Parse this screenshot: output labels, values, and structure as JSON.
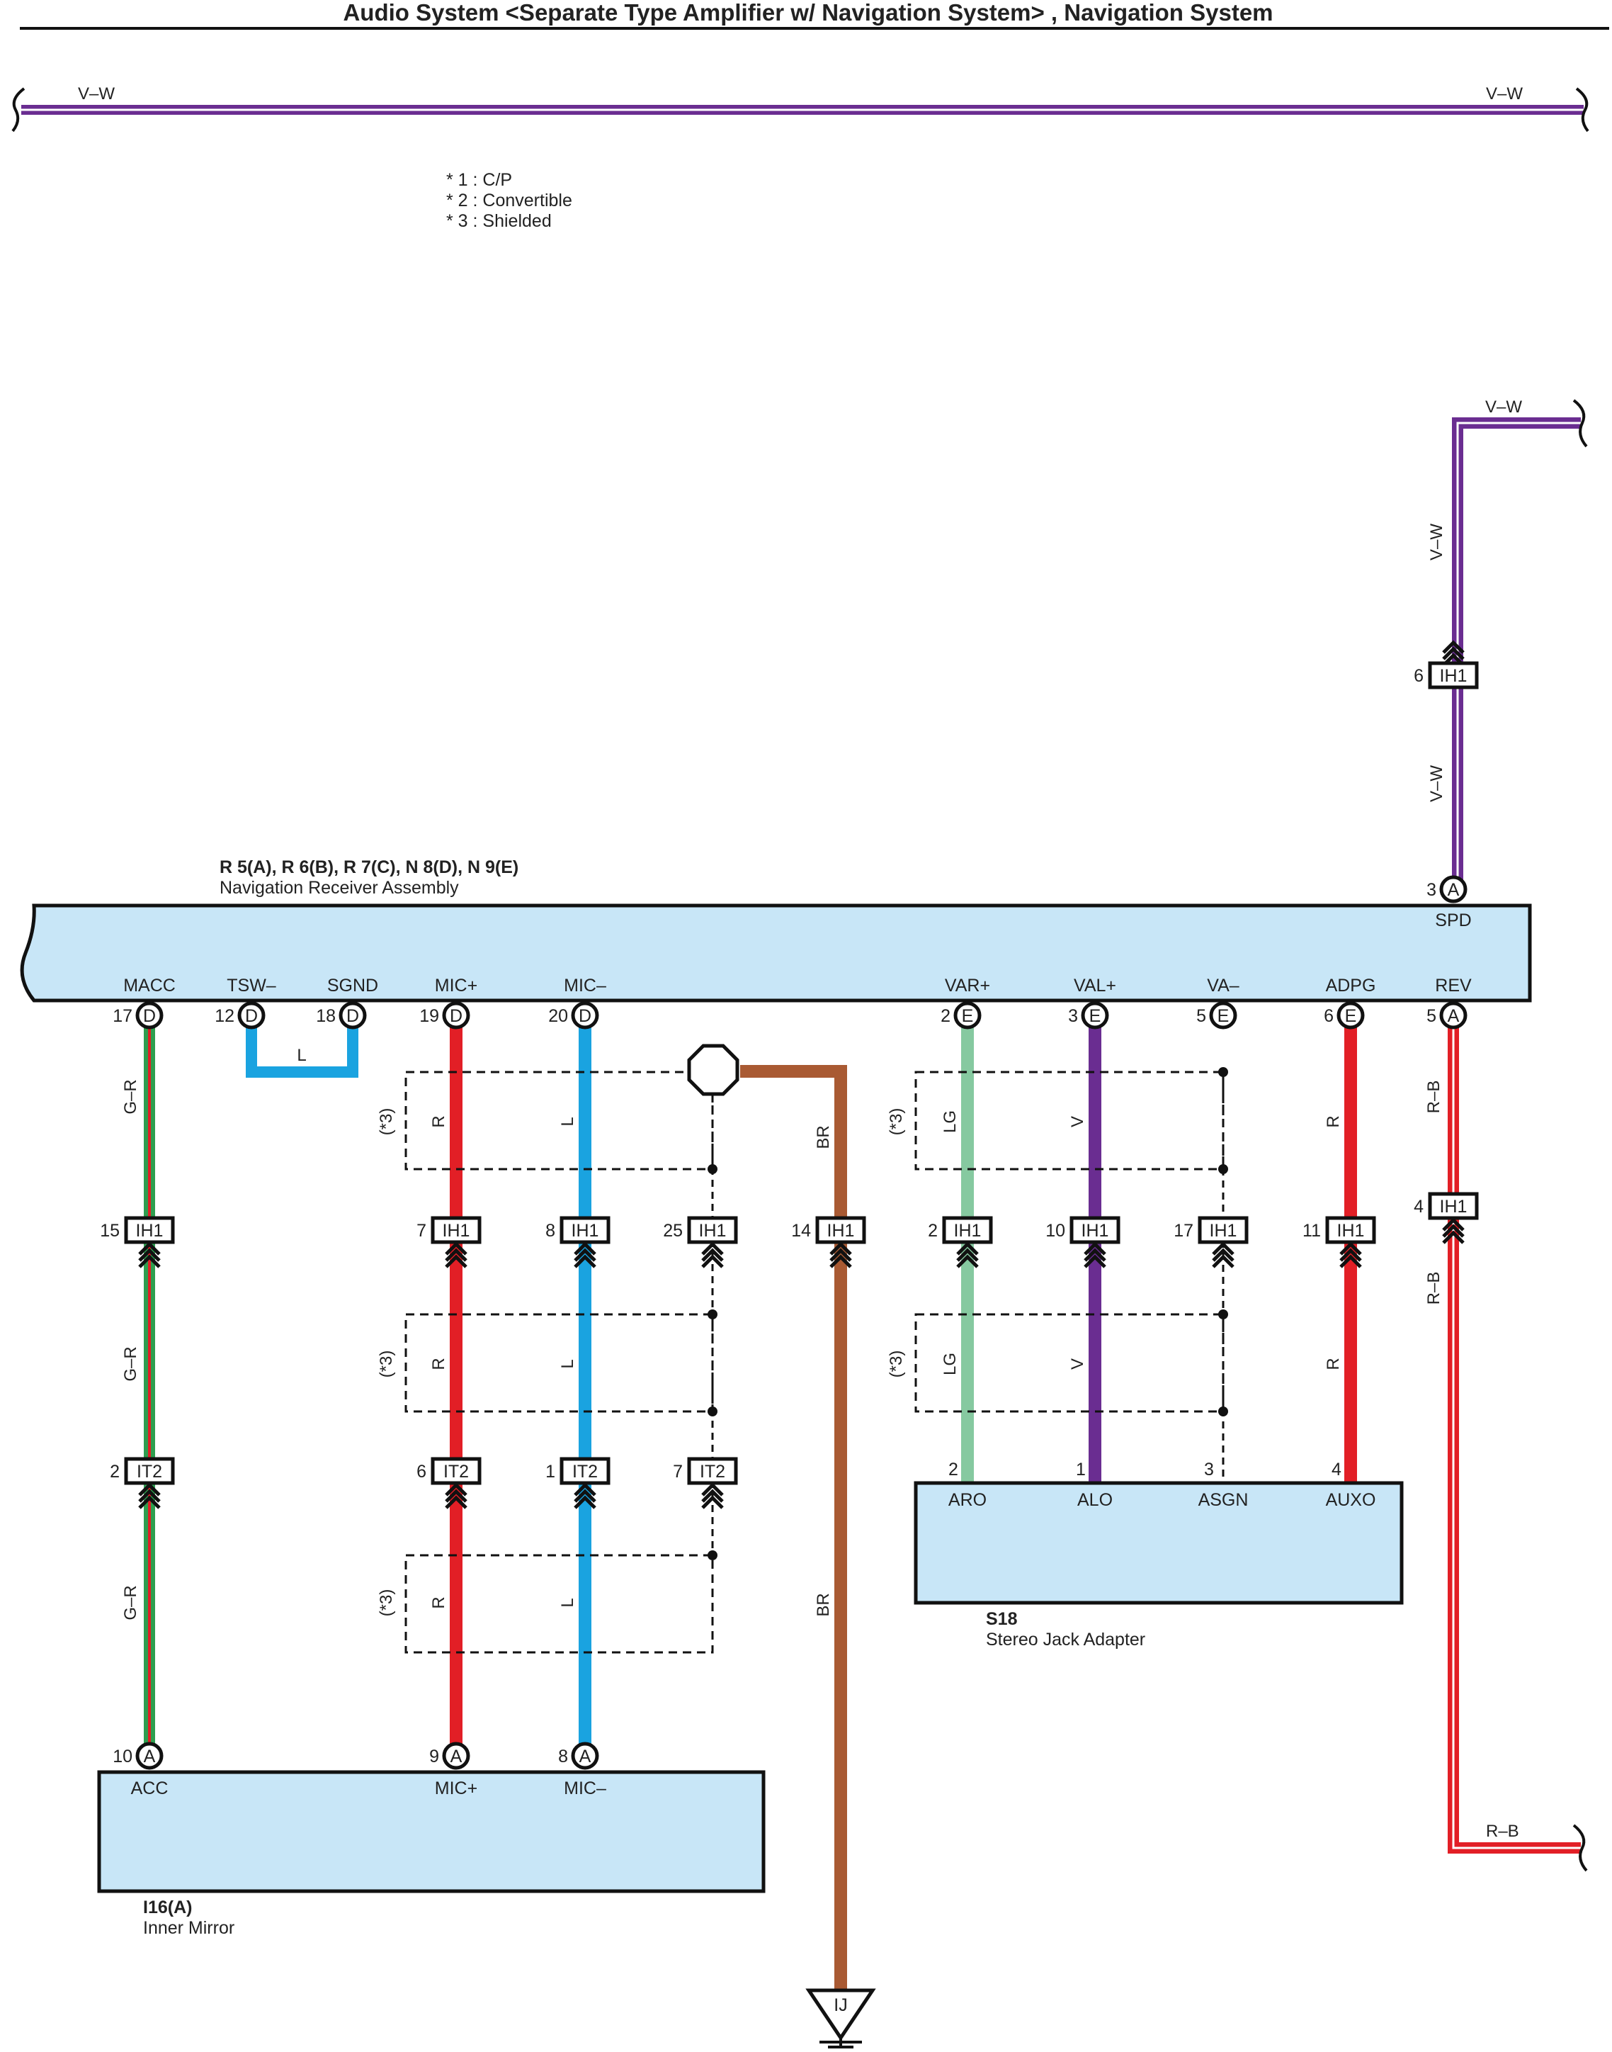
{
  "title": "Audio System <Separate Type Amplifier w/ Navigation System> , Navigation System",
  "notes": [
    "* 1 : C/P",
    "* 2 : Convertible",
    "* 3 : Shielded"
  ],
  "shield_mark": "(*3)",
  "colors": {
    "V-W": "#6a2d91",
    "G-R": "#2e9e4f",
    "L": "#1aa3e0",
    "R": "#e21f26",
    "LG": "#86c9a0",
    "V": "#6a2d91",
    "BR": "#a95a33",
    "R-B": "#e21f26",
    "box_fill": "#c8e6f7",
    "wire_white": "#ffffff"
  },
  "components": {
    "nav": {
      "code": "R 5(A), R 6(B), R 7(C), N 8(D), N 9(E)",
      "name": "Navigation Receiver Assembly",
      "terminals": [
        {
          "name": "MACC",
          "pin": "17",
          "conn": "D"
        },
        {
          "name": "TSW–",
          "pin": "12",
          "conn": "D"
        },
        {
          "name": "SGND",
          "pin": "18",
          "conn": "D"
        },
        {
          "name": "MIC+",
          "pin": "19",
          "conn": "D"
        },
        {
          "name": "MIC–",
          "pin": "20",
          "conn": "D"
        },
        {
          "name": "VAR+",
          "pin": "2",
          "conn": "E"
        },
        {
          "name": "VAL+",
          "pin": "3",
          "conn": "E"
        },
        {
          "name": "VA–",
          "pin": "5",
          "conn": "E"
        },
        {
          "name": "ADPG",
          "pin": "6",
          "conn": "E"
        },
        {
          "name": "REV",
          "pin": "5",
          "conn": "A"
        }
      ],
      "spd": {
        "name": "SPD",
        "pin": "3",
        "conn": "A"
      }
    },
    "mirror": {
      "code": "I16(A)",
      "name": "Inner Mirror",
      "terminals": [
        {
          "name": "ACC",
          "pin": "10",
          "conn": "A"
        },
        {
          "name": "MIC+",
          "pin": "9",
          "conn": "A"
        },
        {
          "name": "MIC–",
          "pin": "8",
          "conn": "A"
        }
      ]
    },
    "jack": {
      "code": "S18",
      "name": "Stereo Jack Adapter",
      "terminals": [
        {
          "name": "ARO",
          "pin": "2"
        },
        {
          "name": "ALO",
          "pin": "1"
        },
        {
          "name": "ASGN",
          "pin": "3"
        },
        {
          "name": "AUXO",
          "pin": "4"
        }
      ]
    },
    "ground": {
      "name": "IJ"
    }
  },
  "connectors": {
    "ih1": [
      {
        "pin": "6",
        "name": "IH1"
      },
      {
        "pin": "15",
        "name": "IH1"
      },
      {
        "pin": "7",
        "name": "IH1"
      },
      {
        "pin": "8",
        "name": "IH1"
      },
      {
        "pin": "25",
        "name": "IH1"
      },
      {
        "pin": "14",
        "name": "IH1"
      },
      {
        "pin": "2",
        "name": "IH1"
      },
      {
        "pin": "10",
        "name": "IH1"
      },
      {
        "pin": "17",
        "name": "IH1"
      },
      {
        "pin": "11",
        "name": "IH1"
      },
      {
        "pin": "4",
        "name": "IH1"
      }
    ],
    "it2": [
      {
        "pin": "2",
        "name": "IT2"
      },
      {
        "pin": "6",
        "name": "IT2"
      },
      {
        "pin": "1",
        "name": "IT2"
      },
      {
        "pin": "7",
        "name": "IT2"
      }
    ]
  },
  "wire_labels": {
    "top_left": "V–W",
    "top_right": "V–W",
    "spd_top": "V–W",
    "spd_v1": "V–W",
    "spd_v2": "V–W",
    "macc_1": "G–R",
    "macc_2": "G–R",
    "macc_3": "G–R",
    "tsw": "L",
    "mic_p_1": "R",
    "mic_p_2": "R",
    "mic_p_3": "R",
    "mic_n_1": "L",
    "mic_n_2": "L",
    "mic_n_3": "L",
    "gnd_1": "BR",
    "gnd_2": "BR",
    "var_1": "LG",
    "var_2": "LG",
    "val_1": "V",
    "val_2": "V",
    "adpg_1": "R",
    "adpg_2": "R",
    "rev_1": "R–B",
    "rev_2": "R–B",
    "rev_bottom": "R–B"
  }
}
